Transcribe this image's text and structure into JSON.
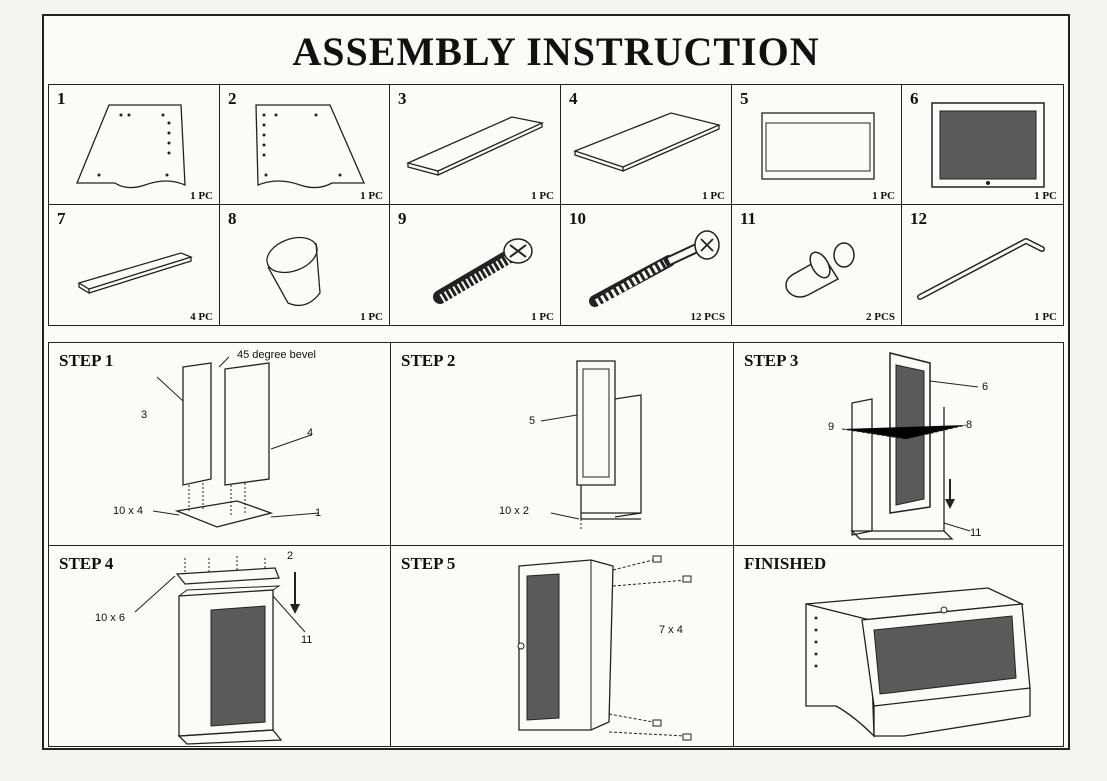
{
  "title": "ASSEMBLY INSTRUCTION",
  "parts": [
    {
      "num": "1",
      "qty": "1 PC"
    },
    {
      "num": "2",
      "qty": "1 PC"
    },
    {
      "num": "3",
      "qty": "1 PC"
    },
    {
      "num": "4",
      "qty": "1 PC"
    },
    {
      "num": "5",
      "qty": "1 PC"
    },
    {
      "num": "6",
      "qty": "1 PC"
    },
    {
      "num": "7",
      "qty": "4 PC"
    },
    {
      "num": "8",
      "qty": "1 PC"
    },
    {
      "num": "9",
      "qty": "1 PC"
    },
    {
      "num": "10",
      "qty": "12 PCS"
    },
    {
      "num": "11",
      "qty": "2 PCS"
    },
    {
      "num": "12",
      "qty": "1 PC"
    }
  ],
  "steps": {
    "s1": {
      "label": "STEP 1",
      "bevel": "45 degree bevel",
      "c3": "3",
      "c4": "4",
      "c1": "1",
      "screws": "10 x 4"
    },
    "s2": {
      "label": "STEP 2",
      "c5": "5",
      "screws": "10 x 2"
    },
    "s3": {
      "label": "STEP 3",
      "c6": "6",
      "c9": "9",
      "c8": "8",
      "c11": "11"
    },
    "s4": {
      "label": "STEP 4",
      "c2": "2",
      "c11": "11",
      "screws": "10 x 6"
    },
    "s5": {
      "label": "STEP 5",
      "feet": "7 x 4"
    },
    "finished": {
      "label": "FINISHED"
    }
  }
}
